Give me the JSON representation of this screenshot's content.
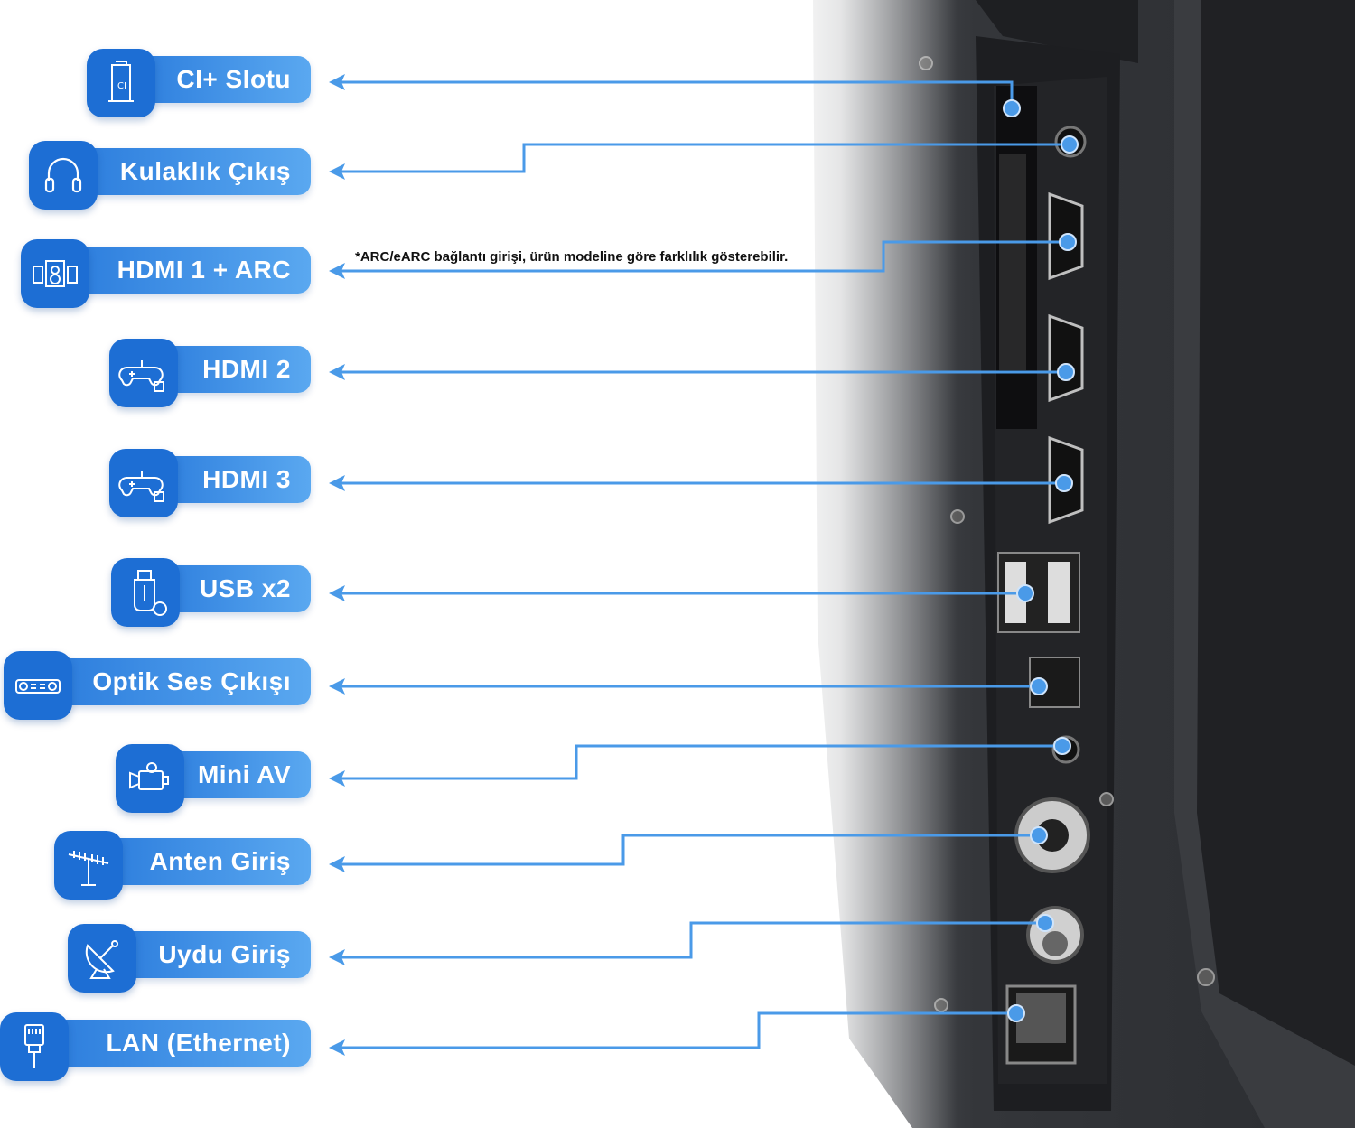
{
  "note": "*ARC/eARC bağlantı girişi, ürün modeline göre farklılık gösterebilir.",
  "colors": {
    "accent": "#2a7bdc",
    "icon_box": "#1d6ed4",
    "line": "#4a9ae8",
    "tv_body": "#2f3135",
    "tv_panel": "#1b1c1f"
  },
  "ports": [
    {
      "label": "CI+ Slotu",
      "icon": "ci-card-icon"
    },
    {
      "label": "Kulaklık Çıkış",
      "icon": "headphones-icon"
    },
    {
      "label": "HDMI 1 + ARC",
      "icon": "speaker-system-icon"
    },
    {
      "label": "HDMI 2",
      "icon": "gamepad-2-icon"
    },
    {
      "label": "HDMI 3",
      "icon": "gamepad-3-icon"
    },
    {
      "label": "USB x2",
      "icon": "usb-stick-icon"
    },
    {
      "label": "Optik Ses Çıkışı",
      "icon": "projector-icon"
    },
    {
      "label": "Mini AV",
      "icon": "camcorder-icon"
    },
    {
      "label": "Anten Giriş",
      "icon": "antenna-icon"
    },
    {
      "label": "Uydu Giriş",
      "icon": "satellite-dish-icon"
    },
    {
      "label": "LAN (Ethernet)",
      "icon": "ethernet-cable-icon"
    }
  ]
}
